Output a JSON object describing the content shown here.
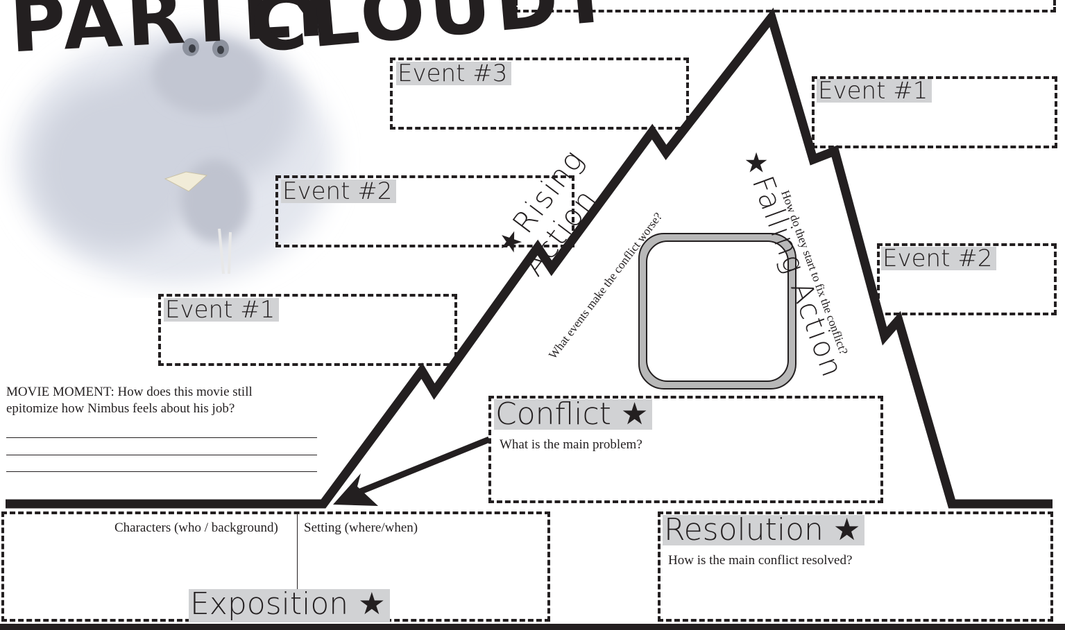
{
  "header": {
    "title_word_1": "PARTLY",
    "title_word_2": "CLOUDY"
  },
  "rising_action": {
    "label": "Rising Action",
    "prompt": "What events make the conflict worse?",
    "events": [
      "Event #1",
      "Event #2",
      "Event #3"
    ]
  },
  "falling_action": {
    "label": "Falling Action",
    "prompt": "How do they start to fix the conflict?",
    "events": [
      "Event #1",
      "Event #2"
    ]
  },
  "conflict": {
    "label": "Conflict",
    "prompt": "What is the main problem?"
  },
  "exposition": {
    "label": "Exposition",
    "characters_prompt": "Characters (who / background)",
    "setting_prompt": "Setting (where/when)"
  },
  "resolution": {
    "label": "Resolution",
    "prompt": "How is the main conflict resolved?"
  },
  "movie_moment": {
    "line_1": "MOVIE MOMENT: How does this movie still",
    "line_2": "epitomize how Nimbus feels about his job?"
  },
  "icons": {
    "star": "★"
  },
  "colors": {
    "ink": "#231f20",
    "label_bg": "#d1d2d4",
    "frame_gray": "#b8b8b8"
  }
}
